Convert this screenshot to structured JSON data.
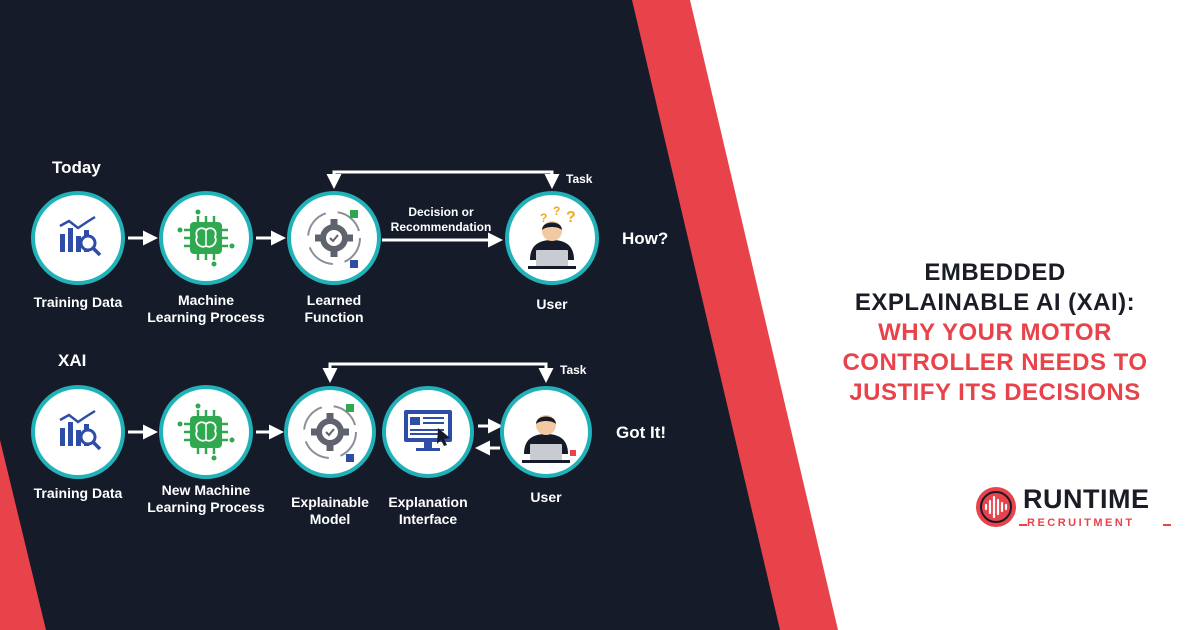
{
  "colors": {
    "navy": "#151b29",
    "red": "#e8434a",
    "teal": "#21b1b8",
    "blue": "#2e4da7",
    "green": "#2fa84f",
    "white": "#ffffff",
    "dark_text": "#1a1d26"
  },
  "diagram": {
    "today": {
      "title": "Today",
      "nodes": [
        {
          "label": "Training Data",
          "icon": "bar-chart-magnifier-icon"
        },
        {
          "label": "Machine\nLearning Process",
          "icon": "brain-chip-icon"
        },
        {
          "label": "Learned\nFunction",
          "icon": "gear-check-icon"
        },
        {
          "label": "User",
          "icon": "confused-user-laptop-icon"
        }
      ],
      "decision_label": "Decision or\nRecommendation",
      "task_label": "Task",
      "outcome": "How?"
    },
    "xai": {
      "title": "XAI",
      "nodes": [
        {
          "label": "Training Data",
          "icon": "bar-chart-magnifier-icon"
        },
        {
          "label": "New Machine\nLearning Process",
          "icon": "brain-chip-icon"
        },
        {
          "label": "Explainable\nModel",
          "icon": "gear-check-icon"
        },
        {
          "label": "Explanation\nInterface",
          "icon": "monitor-cursor-icon"
        },
        {
          "label": "User",
          "icon": "user-laptop-icon"
        }
      ],
      "task_label": "Task",
      "outcome": "Got It!"
    }
  },
  "headline": {
    "line1": "EMBEDDED",
    "line2": "EXPLAINABLE AI (XAI):",
    "line3": "WHY YOUR MOTOR",
    "line4": "CONTROLLER NEEDS TO",
    "line5": "JUSTIFY ITS DECISIONS"
  },
  "logo": {
    "wordmark": "RUNTIME",
    "subtitle": "RECRUITMENT"
  }
}
